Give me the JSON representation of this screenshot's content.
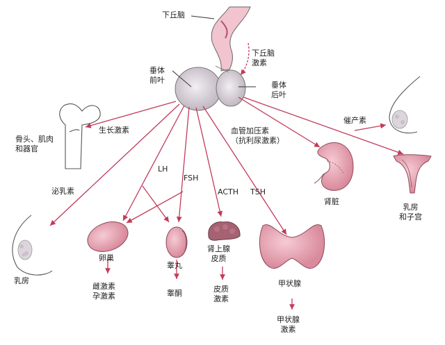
{
  "labels": {
    "hypothalamus": "下丘脑",
    "hypothalamic_hormones": "下丘脑\n激素",
    "anterior_pituitary": "垂体\n前叶",
    "posterior_pituitary": "垂体\n后叶",
    "oxytocin": "催产素",
    "growth_hormone": "生长激素",
    "bone_muscle_organs": "骨头、肌肉\n和器官",
    "vasopressin": "血管加压素\n（抗利尿激素）",
    "lh": "LH",
    "fsh": "FSH",
    "acth": "ACTH",
    "tsh": "TSH",
    "prolactin": "泌乳素",
    "kidney": "肾脏",
    "breast_uterus": "乳房\n和子宫",
    "breast": "乳房",
    "ovary": "卵巢",
    "testis": "睾丸",
    "adrenal_cortex": "肾上腺\n皮质",
    "thyroid": "甲状腺",
    "ovary_hormones": "雌激素\n孕激素",
    "testosterone": "睾酮",
    "corticosteroids": "皮质\n激素",
    "thyroid_hormone": "甲状腺\n激素"
  },
  "colors": {
    "arrow": "#c23a5a",
    "organ_pink": "#e9a8b5",
    "gland_gray": "#dcd6dc",
    "outline": "#555555"
  }
}
